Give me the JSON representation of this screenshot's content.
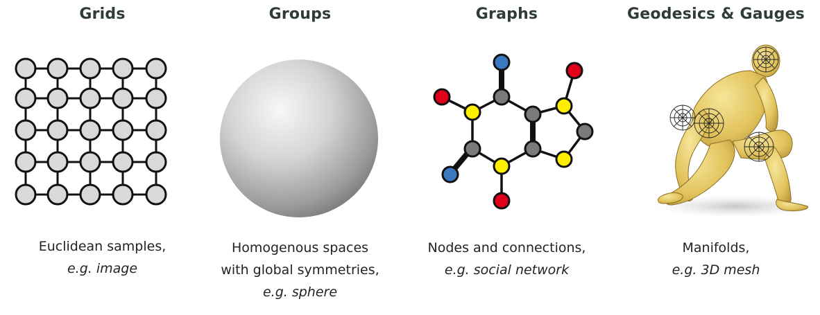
{
  "panels": [
    {
      "title": "Grids",
      "caption_lines": [
        "Euclidean samples,"
      ],
      "caption_example": "e.g. image",
      "illustration": "grid-icon"
    },
    {
      "title": "Groups",
      "caption_lines": [
        "Homogenous spaces",
        "with global symmetries,"
      ],
      "caption_example": "e.g. sphere",
      "illustration": "sphere-icon"
    },
    {
      "title": "Graphs",
      "caption_lines": [
        "Nodes and connections,"
      ],
      "caption_example": "e.g. social network",
      "illustration": "molecule-graph-icon"
    },
    {
      "title": "Geodesics & Gauges",
      "caption_lines": [
        "Manifolds,"
      ],
      "caption_example": "e.g. 3D mesh",
      "illustration": "manifold-mesh-figure-icon"
    }
  ],
  "colors": {
    "title": "#2f3b3a",
    "grid_node": "#d9d9d9",
    "node_gray": "#7a7a7a",
    "node_yellow": "#ffee00",
    "node_red": "#e0001a",
    "node_blue": "#3a78c0",
    "figure": "#e8cf6e"
  }
}
